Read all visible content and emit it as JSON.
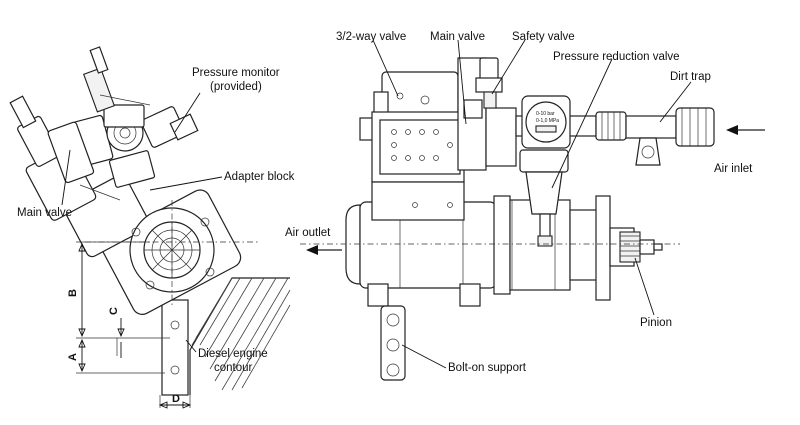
{
  "labels": {
    "pressure_monitor": "Pressure monitor",
    "pressure_monitor_note": "(provided)",
    "main_valve_left": "Main valve",
    "adapter_block": "Adapter block",
    "diesel_engine": "Diesel engine",
    "diesel_engine_2": "contour",
    "valve_32": "3/2-way valve",
    "main_valve_right": "Main valve",
    "safety_valve": "Safety valve",
    "pressure_reduction_valve": "Pressure reduction valve",
    "dirt_trap": "Dirt trap",
    "air_inlet": "Air inlet",
    "air_outlet": "Air outlet",
    "pinion": "Pinion",
    "bolt_on_support": "Bolt-on support"
  },
  "dimensions": {
    "a": "A",
    "b": "B",
    "c": "C",
    "d": "D"
  },
  "gauge": {
    "line1": "0-10 bar",
    "line2": "0-1,0 MPa"
  }
}
